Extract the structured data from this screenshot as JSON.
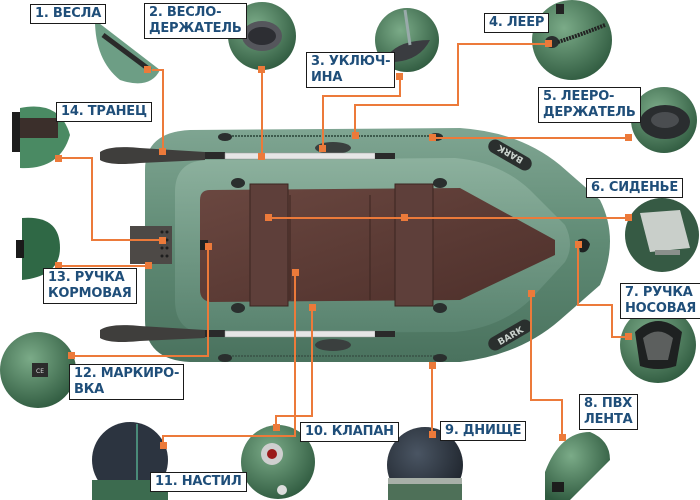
{
  "diagram": {
    "subject": "Надувная лодка BARK",
    "brand_text": "BARK",
    "connector_color": "#ec7a3a",
    "label_text_color": "#1f4e79",
    "hull_color": "#5f8a74",
    "floor_color": "#5b3a33"
  },
  "labels": [
    {
      "id": 1,
      "text": "1. ВЕСЛА"
    },
    {
      "id": 2,
      "text": "2. ВЕСЛО-\nДЕРЖАТЕЛЬ"
    },
    {
      "id": 3,
      "text": "3. УКЛЮЧ-\nИНА"
    },
    {
      "id": 4,
      "text": "4. ЛЕЕР"
    },
    {
      "id": 5,
      "text": "5. ЛЕЕРО-\nДЕРЖАТЕЛЬ"
    },
    {
      "id": 6,
      "text": "6. СИДЕНЬЕ"
    },
    {
      "id": 7,
      "text": "7. РУЧКА\nНОСОВАЯ"
    },
    {
      "id": 8,
      "text": "8. ПВХ\nЛЕНТА"
    },
    {
      "id": 9,
      "text": "9. ДНИЩЕ"
    },
    {
      "id": 10,
      "text": "10. КЛАПАН"
    },
    {
      "id": 11,
      "text": "11. НАСТИЛ"
    },
    {
      "id": 12,
      "text": "12. МАРКИРО-\nВКА"
    },
    {
      "id": 13,
      "text": "13. РУЧКА\nКОРМОВАЯ"
    },
    {
      "id": 14,
      "text": "14. ТРАНЕЦ"
    }
  ],
  "thumbnails": [
    {
      "for": "oars",
      "icon": "oar-blade-icon"
    },
    {
      "for": "oar-holder",
      "icon": "oar-holder-icon"
    },
    {
      "for": "oarlock",
      "icon": "oarlock-icon"
    },
    {
      "for": "rope",
      "icon": "rope-icon"
    },
    {
      "for": "rope-holder",
      "icon": "rope-holder-icon"
    },
    {
      "for": "seat",
      "icon": "seat-icon"
    },
    {
      "for": "bow-handle",
      "icon": "bow-handle-icon"
    },
    {
      "for": "pvc-strip",
      "icon": "pvc-strip-icon"
    },
    {
      "for": "bottom",
      "icon": "bottom-icon"
    },
    {
      "for": "valve",
      "icon": "valve-icon"
    },
    {
      "for": "floorboard",
      "icon": "floorboard-icon"
    },
    {
      "for": "marking",
      "icon": "marking-plate-icon",
      "badge": "CE"
    },
    {
      "for": "stern-handle",
      "icon": "stern-handle-icon"
    },
    {
      "for": "transom",
      "icon": "transom-icon"
    }
  ]
}
